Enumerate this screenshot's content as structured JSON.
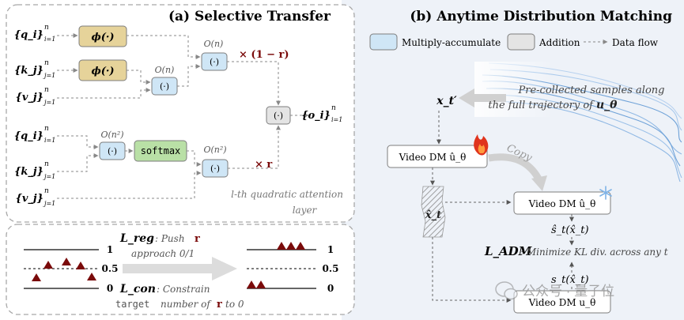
{
  "panel_a": {
    "title": "(a) Selective Transfer",
    "inputs": {
      "q1": "{q_i}",
      "q1_sup": "n",
      "q1_sub": "i=1",
      "k1": "{k_j}",
      "k1_sup": "n",
      "k1_sub": "j=1",
      "v1": "{v_j}",
      "v1_sup": "n",
      "v1_sub": "j=1",
      "q2": "{q_i}",
      "q2_sup": "n",
      "q2_sub": "i=1",
      "k2": "{k_j}",
      "k2_sup": "n",
      "k2_sub": "j=1",
      "v2": "{v_j}",
      "v2_sup": "n",
      "v2_sub": "j=1"
    },
    "ops": {
      "phi": "ϕ(·)",
      "dot": "(·)",
      "softmax": "softmax"
    },
    "complexity": {
      "on": "O(n)",
      "on2": "O(n²)"
    },
    "weights": {
      "one_minus_r": "× (1 − r)",
      "r": "× r"
    },
    "output": "{o_i}",
    "output_sup": "n",
    "output_sub": "i=1",
    "layer_label_line1": "l-th quadratic attention",
    "layer_label_line2": "layer"
  },
  "panel_a_bottom": {
    "levels": [
      "1",
      "0.5",
      "0"
    ],
    "l_reg": "L_reg",
    "l_reg_text_1": ": Push ",
    "l_reg_r": "r",
    "l_reg_text_2": "approach 0/1",
    "l_con": "L_con",
    "l_con_text_1": ": Constrain",
    "l_con_text_2": "target",
    "l_con_text_3": "number of",
    "l_con_r": "r",
    "l_con_text_4": "to 0"
  },
  "panel_b": {
    "title": "(b) Anytime Distribution Matching",
    "legend": {
      "mac": "Multiply-accumulate",
      "add": "Addition",
      "flow": "Data flow"
    },
    "samples_line1": "Pre-collected samples along",
    "samples_line2": "the full trajectory of",
    "samples_sym": "u_θ",
    "x_t_prime": "x_t′",
    "copy": "Copy",
    "dm_train": "Video DM û_θ",
    "dm_frozen": "Video DM û_θ",
    "dm_teacher": "Video DM u_θ",
    "x_hat": "x̂_t",
    "s_hat": "ŝ_t(x̂_t)",
    "s_true": "s_t(x̂_t)",
    "l_adm": "L_ADM",
    "l_adm_text": ": Minimize KL div. across any t",
    "watermark": "公众号 · 量子位"
  },
  "colors": {
    "mac": "#cfe6f6",
    "phi": "#e6d39a",
    "softmax": "#b9e0a6",
    "add": "#e4e4e4",
    "maroon": "#7a0a0a",
    "panel_b_bg": "#eef2f8"
  },
  "icons": [
    "flame-icon",
    "snowflake-icon",
    "watermark-chat-icon"
  ]
}
